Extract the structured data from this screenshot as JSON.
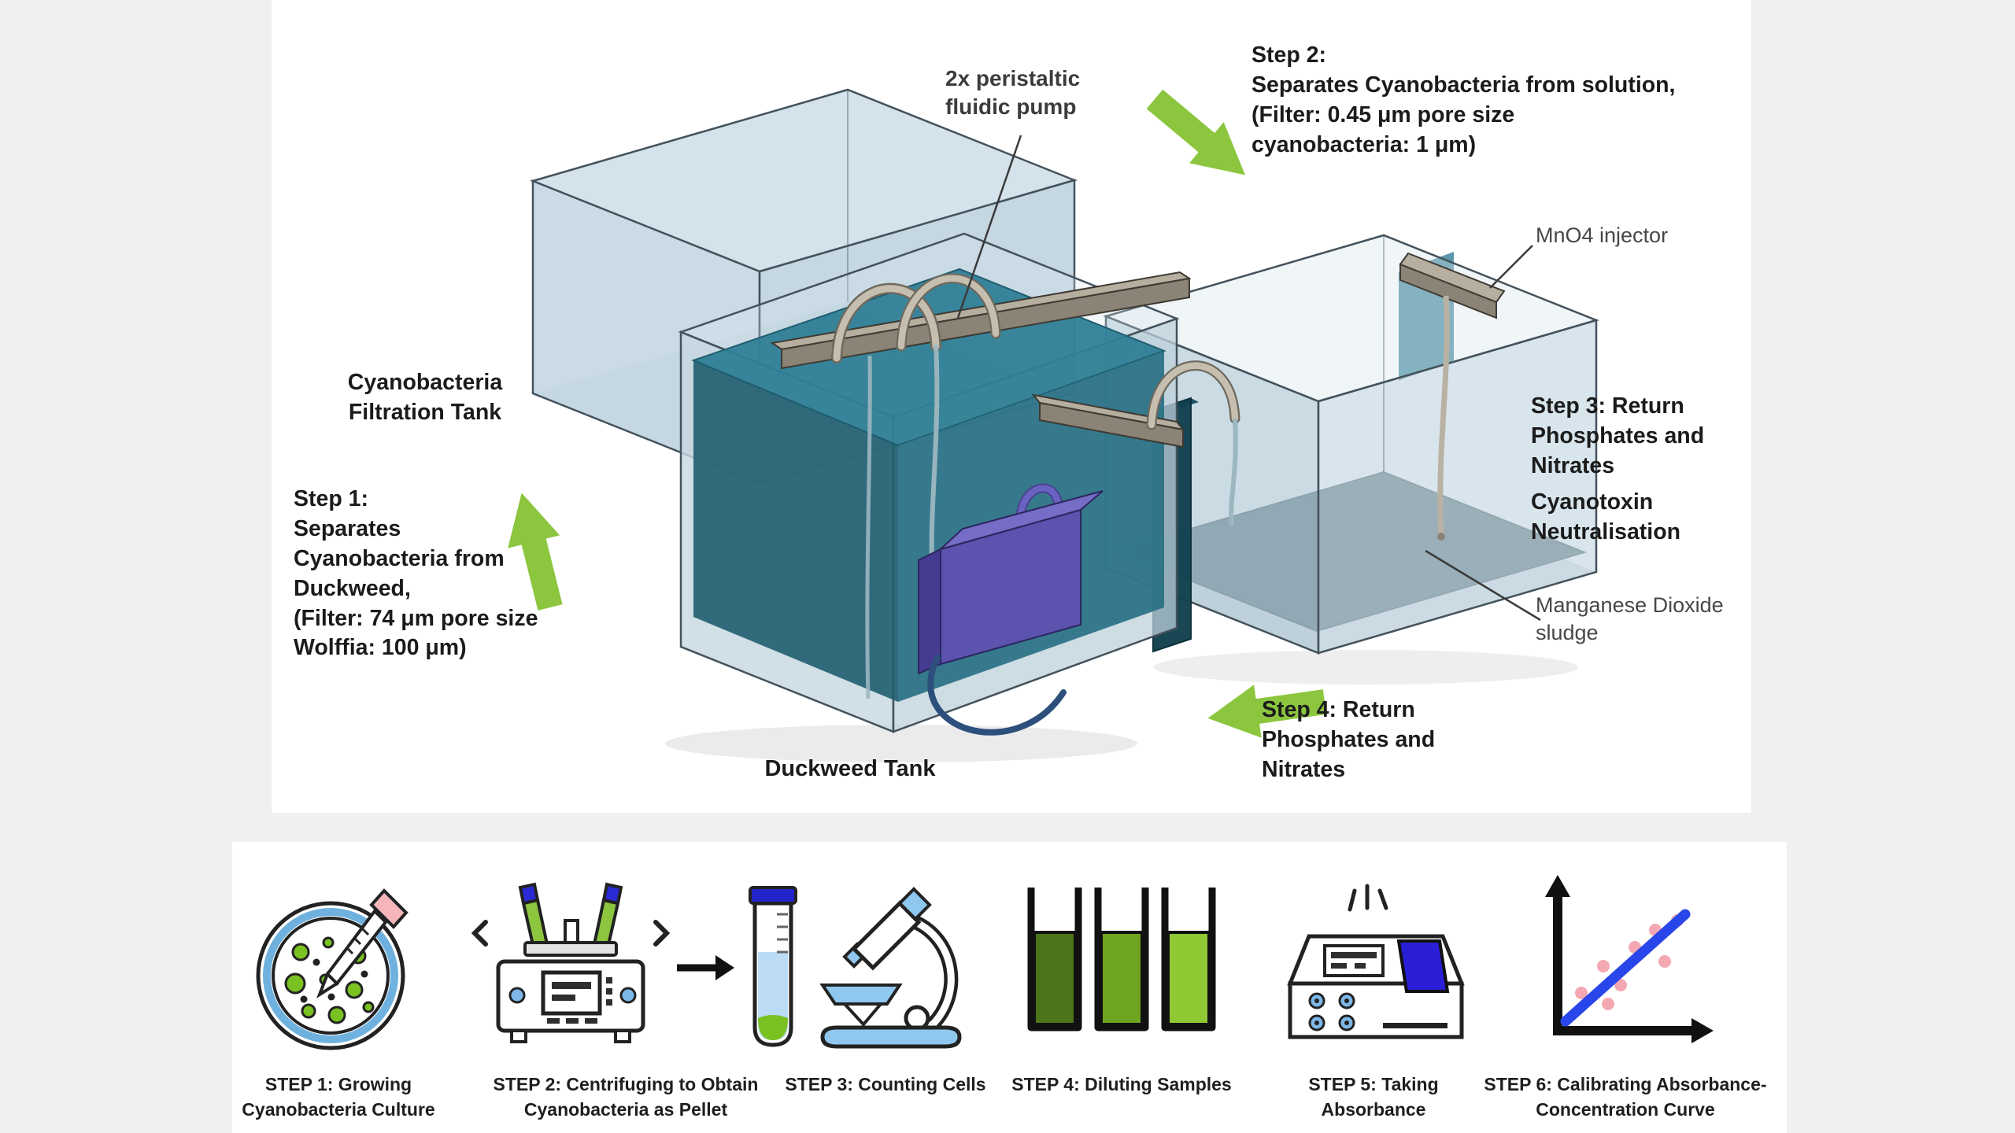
{
  "colors": {
    "background": "#f0f0f0",
    "panel": "#ffffff",
    "arrow_green": "#8cc63f",
    "water_teal": "#2f8096",
    "sludge_dark": "#27454f",
    "tank_glass": "#c6d7e1",
    "pump_tan": "#b6afa0",
    "pump_box_purple": "#5b53ae",
    "tube_blue": "#2c4f7c",
    "text_dark": "#1b1b1b",
    "text_gray": "#474747"
  },
  "diagram": {
    "pump_label": "2x peristaltic\nfluidic pump",
    "step2_label": "Step 2:\nSeparates Cyanobacteria from solution,\n(Filter: 0.45 μm pore size\ncyanobacteria: 1 μm)",
    "mno4_label": "MnO4 injector",
    "filtration_tank_label": "Cyanobacteria\nFiltration Tank",
    "step1_label": "Step 1:\nSeparates\nCyanobacteria from\nDuckweed,\n(Filter: 74 μm pore size\nWolffia: 100 μm)",
    "step3_label": "Step 3: Return\nPhosphates and\nNitrates",
    "step3b_label": "Cyanotoxin\nNeutralisation",
    "sludge_label": "Manganese Dioxide\nsludge",
    "step4_label": "Step 4: Return\nPhosphates and\nNitrates",
    "duckweed_tank_label": "Duckweed Tank"
  },
  "process_steps": {
    "items": [
      {
        "icon": "petri-dish-icon",
        "label": "STEP 1: Growing\nCyanobacteria Culture"
      },
      {
        "icon": "centrifuge-to-tube-icon",
        "label": "STEP 2: Centrifuging to Obtain\nCyanobacteria as Pellet"
      },
      {
        "icon": "microscope-icon",
        "label": "STEP 3: Counting Cells"
      },
      {
        "icon": "dilution-tubes-icon",
        "label": "STEP 4: Diluting Samples"
      },
      {
        "icon": "spectrophotometer-icon",
        "label": "STEP 5: Taking Absorbance"
      },
      {
        "icon": "calibration-graph-icon",
        "label": "STEP 6: Calibrating Absorbance-\nConcentration Curve"
      }
    ]
  }
}
